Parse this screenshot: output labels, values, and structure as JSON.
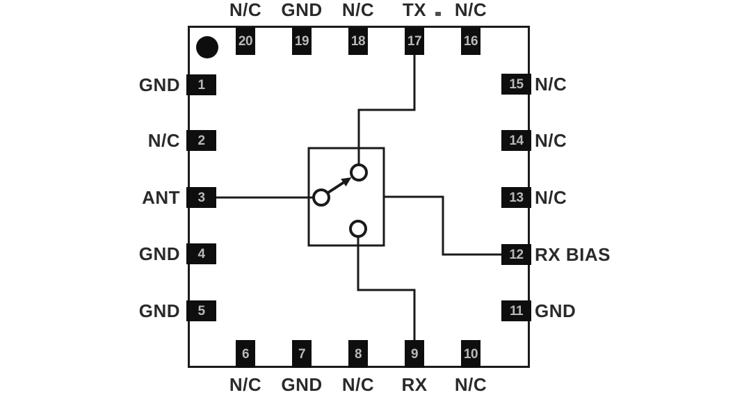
{
  "diagram": {
    "type": "ic-pinout",
    "package_pin_count": 20,
    "switch_description": "SPDT switch symbol: common pole connected to ANT, arrow pointing to TX pole, second pole routed to RX"
  },
  "pins": {
    "top": [
      {
        "number": "20",
        "label": "N/C"
      },
      {
        "number": "19",
        "label": "GND"
      },
      {
        "number": "18",
        "label": "N/C"
      },
      {
        "number": "17",
        "label": "TX"
      },
      {
        "number": "16",
        "label": "N/C"
      }
    ],
    "left": [
      {
        "number": "1",
        "label": "GND"
      },
      {
        "number": "2",
        "label": "N/C"
      },
      {
        "number": "3",
        "label": "ANT"
      },
      {
        "number": "4",
        "label": "GND"
      },
      {
        "number": "5",
        "label": "GND"
      }
    ],
    "right": [
      {
        "number": "15",
        "label": "N/C"
      },
      {
        "number": "14",
        "label": "N/C"
      },
      {
        "number": "13",
        "label": "N/C"
      },
      {
        "number": "12",
        "label": "RX BIAS"
      },
      {
        "number": "11",
        "label": "GND"
      }
    ],
    "bottom": [
      {
        "number": "6",
        "label": "N/C"
      },
      {
        "number": "7",
        "label": "GND"
      },
      {
        "number": "8",
        "label": "N/C"
      },
      {
        "number": "9",
        "label": "RX"
      },
      {
        "number": "10",
        "label": "N/C"
      }
    ]
  },
  "annotations": {
    "stray_mark": "."
  },
  "colors": {
    "background": "#ffffff",
    "line": "#1a1a1a",
    "pin_fill": "#0e0e0e",
    "pin_number": "#b9b9b9",
    "label_text": "#2a2a2a"
  }
}
